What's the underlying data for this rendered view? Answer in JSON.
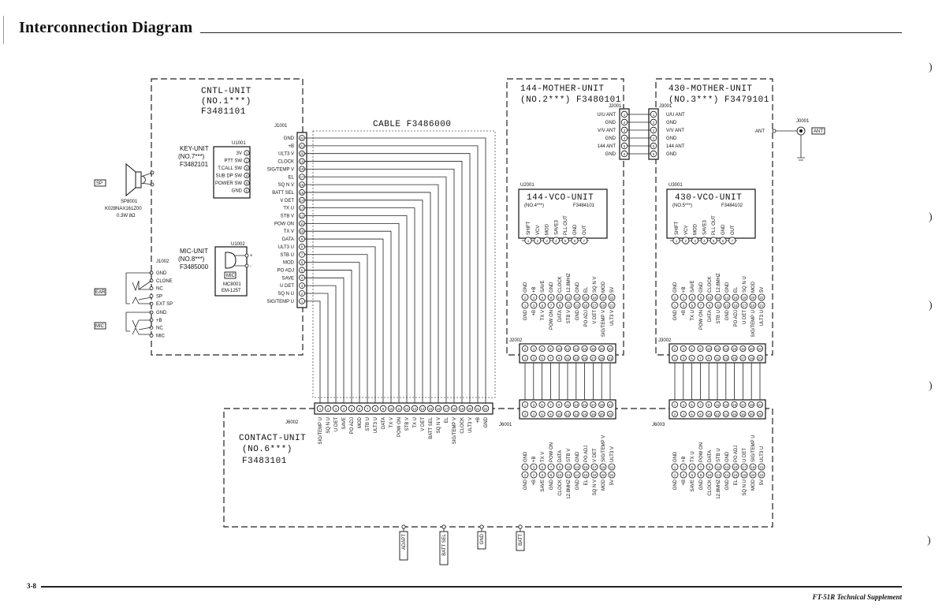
{
  "header": {
    "title": "Interconnection Diagram"
  },
  "footer": {
    "page": "3-8",
    "doc": "FT-51R Technical Supplement"
  },
  "margin_marks": [
    ")",
    ")",
    ")",
    ")",
    ")"
  ],
  "units": {
    "cntl": {
      "name": "CNTL-UNIT",
      "no": "(NO.1***)",
      "part": "F3481101"
    },
    "key": {
      "name": "KEY-UNIT",
      "no": "(NO.7***)",
      "part": "F3482101",
      "ref": "U1001"
    },
    "mic": {
      "name": "MIC-UNIT",
      "no": "(NO.8***)",
      "part": "F3485000",
      "ref": "U1002",
      "tag": "MIC",
      "model": "MC8001",
      "model2": "EM-125T"
    },
    "speaker": {
      "ref": "SP8001",
      "part": "K028NAX161Z00",
      "spec": "0.3W  8Ω",
      "tag": "SP"
    },
    "cable": {
      "name": "CABLE  F3486000"
    },
    "m144": {
      "name": "144-MOTHER-UNIT",
      "no": "(NO.2***) F3480101",
      "conn": "J2001"
    },
    "m430": {
      "name": "430-MOTHER-UNIT",
      "no": "(NO.3***) F3479101",
      "conn": "J3001"
    },
    "vco144": {
      "ref": "U2001",
      "name": "144-VCO-UNIT",
      "no": "(NO.4***)",
      "part": "F3484101"
    },
    "vco430": {
      "ref": "U3001",
      "name": "430-VCO-UNIT",
      "no": "(NO.5***)",
      "part": "F3484102"
    },
    "contact": {
      "name": "CONTACT-UNIT",
      "no": "(NO.6***)",
      "part": "F3483101"
    }
  },
  "key_pins": [
    {
      "n": "1",
      "label": "3V"
    },
    {
      "n": "2",
      "label": "PTT SW"
    },
    {
      "n": "3",
      "label": "T.CALL SW"
    },
    {
      "n": "4",
      "label": "SUB DP SW"
    },
    {
      "n": "5",
      "label": "POWER SW"
    },
    {
      "n": "6",
      "label": "GND"
    }
  ],
  "mic_pins": [
    "+",
    "-"
  ],
  "j1001": {
    "ref": "J1001",
    "pins": [
      {
        "n": "22",
        "label": "GND"
      },
      {
        "n": "21",
        "label": "+B"
      },
      {
        "n": "20",
        "label": "ULT3 V"
      },
      {
        "n": "19",
        "label": "CLOCK"
      },
      {
        "n": "18",
        "label": "SIG/TEMP V"
      },
      {
        "n": "17",
        "label": "EL"
      },
      {
        "n": "16",
        "label": "SQ N V"
      },
      {
        "n": "15",
        "label": "BATT SEL"
      },
      {
        "n": "14",
        "label": "V DET"
      },
      {
        "n": "13",
        "label": "TX U"
      },
      {
        "n": "12",
        "label": "STB V"
      },
      {
        "n": "11",
        "label": "POW ON"
      },
      {
        "n": "10",
        "label": "TX V"
      },
      {
        "n": "9",
        "label": "DATA"
      },
      {
        "n": "8",
        "label": "ULT3 U"
      },
      {
        "n": "7",
        "label": "STB U"
      },
      {
        "n": "6",
        "label": "MOD"
      },
      {
        "n": "5",
        "label": "PO ADJ"
      },
      {
        "n": "4",
        "label": "SAVE"
      },
      {
        "n": "3",
        "label": "U DET"
      },
      {
        "n": "2",
        "label": "SQ N U"
      },
      {
        "n": "1",
        "label": "SIG/TEMP U"
      }
    ]
  },
  "j1002": {
    "ref": "J1002",
    "ear_tag": "EAR",
    "mic_tag": "MIC",
    "pins": [
      "GND",
      "CLONE",
      "NC",
      "SP",
      "EXT SP",
      "GND",
      "+B",
      "NC",
      "MIC"
    ]
  },
  "j2001": {
    "pins": [
      {
        "n": "1",
        "label": "U/U ANT"
      },
      {
        "n": "2",
        "label": "GND"
      },
      {
        "n": "3",
        "label": "V/V ANT"
      },
      {
        "n": "4",
        "label": "GND"
      },
      {
        "n": "5",
        "label": "144 ANT"
      },
      {
        "n": "6",
        "label": "GND"
      }
    ]
  },
  "j3001": {
    "pins": [
      {
        "n": "1",
        "label": "U/U ANT"
      },
      {
        "n": "2",
        "label": "GND"
      },
      {
        "n": "3",
        "label": "V/V ANT"
      },
      {
        "n": "4",
        "label": "GND"
      },
      {
        "n": "5",
        "label": "144 ANT"
      },
      {
        "n": "6",
        "label": "GND"
      }
    ]
  },
  "antenna": {
    "label": "ANT",
    "ref": "J0001",
    "tag": "ANT"
  },
  "vco_pins": [
    {
      "n": "1",
      "label": "SHIFT"
    },
    {
      "n": "2",
      "label": "VCV"
    },
    {
      "n": "3",
      "label": "MOD"
    },
    {
      "n": "4",
      "label": "SAVE3"
    },
    {
      "n": "5",
      "label": "PLL OUT"
    },
    {
      "n": "6",
      "label": "GND"
    },
    {
      "n": "7",
      "label": "OUT"
    }
  ],
  "j2002": {
    "ref": "J2002",
    "even": [
      {
        "n": "2",
        "label": "GND"
      },
      {
        "n": "4",
        "label": "+B"
      },
      {
        "n": "6",
        "label": "SAVE"
      },
      {
        "n": "8",
        "label": "GND"
      },
      {
        "n": "10",
        "label": "CLOCK"
      },
      {
        "n": "12",
        "label": "12.8MHZ"
      },
      {
        "n": "14",
        "label": "GND"
      },
      {
        "n": "16",
        "label": "EL"
      },
      {
        "n": "18",
        "label": "SQ N V"
      },
      {
        "n": "20",
        "label": "MOD"
      },
      {
        "n": "22",
        "label": "5V"
      }
    ],
    "odd": [
      {
        "n": "1",
        "label": "GND"
      },
      {
        "n": "3",
        "label": "+B"
      },
      {
        "n": "5",
        "label": "TX V"
      },
      {
        "n": "7",
        "label": "POW ON"
      },
      {
        "n": "9",
        "label": "DATA"
      },
      {
        "n": "11",
        "label": "STB V"
      },
      {
        "n": "13",
        "label": "GND"
      },
      {
        "n": "15",
        "label": "PO ADJ"
      },
      {
        "n": "17",
        "label": "V DET"
      },
      {
        "n": "19",
        "label": "SIG/TEMP V"
      },
      {
        "n": "21",
        "label": "ULT3 V"
      }
    ]
  },
  "j3002": {
    "ref": "J3002",
    "even": [
      {
        "n": "2",
        "label": "GND"
      },
      {
        "n": "4",
        "label": "+B"
      },
      {
        "n": "6",
        "label": "SAVE"
      },
      {
        "n": "8",
        "label": "GND"
      },
      {
        "n": "10",
        "label": "CLOCK"
      },
      {
        "n": "12",
        "label": "12.8MHZ"
      },
      {
        "n": "14",
        "label": "GND"
      },
      {
        "n": "16",
        "label": "EL"
      },
      {
        "n": "18",
        "label": "SQ N U"
      },
      {
        "n": "20",
        "label": "MOD"
      },
      {
        "n": "22",
        "label": "5V"
      }
    ],
    "odd": [
      {
        "n": "1",
        "label": "GND"
      },
      {
        "n": "3",
        "label": "+B"
      },
      {
        "n": "5",
        "label": "TX U"
      },
      {
        "n": "7",
        "label": "POW ON"
      },
      {
        "n": "9",
        "label": "DATA"
      },
      {
        "n": "11",
        "label": "STB U"
      },
      {
        "n": "13",
        "label": "GND"
      },
      {
        "n": "15",
        "label": "PO ADJ"
      },
      {
        "n": "17",
        "label": "U DET"
      },
      {
        "n": "19",
        "label": "SIG/TEMP U"
      },
      {
        "n": "21",
        "label": "ULT3 U"
      }
    ]
  },
  "j6001": {
    "ref": "J6001",
    "odd": [
      {
        "n": "1",
        "label": "GND"
      },
      {
        "n": "3",
        "label": "+B"
      },
      {
        "n": "5",
        "label": "TX V"
      },
      {
        "n": "7",
        "label": "POW ON"
      },
      {
        "n": "9",
        "label": "DATA"
      },
      {
        "n": "11",
        "label": "STB V"
      },
      {
        "n": "13",
        "label": "GND"
      },
      {
        "n": "15",
        "label": "PO ADJ"
      },
      {
        "n": "17",
        "label": "V DET"
      },
      {
        "n": "19",
        "label": "SIG/TEMP V"
      },
      {
        "n": "21",
        "label": "ULT3 V"
      }
    ],
    "even": [
      {
        "n": "2",
        "label": "GND"
      },
      {
        "n": "4",
        "label": "+B"
      },
      {
        "n": "6",
        "label": "SAVE"
      },
      {
        "n": "8",
        "label": "GND"
      },
      {
        "n": "10",
        "label": "CLOCK"
      },
      {
        "n": "12",
        "label": "12.8MHZ"
      },
      {
        "n": "14",
        "label": "GND"
      },
      {
        "n": "16",
        "label": "EL"
      },
      {
        "n": "18",
        "label": "SQ N V"
      },
      {
        "n": "20",
        "label": "MOD"
      },
      {
        "n": "22",
        "label": "5V"
      }
    ]
  },
  "j6003": {
    "ref": "J6003",
    "odd": [
      {
        "n": "1",
        "label": "GND"
      },
      {
        "n": "3",
        "label": "+B"
      },
      {
        "n": "5",
        "label": "TX U"
      },
      {
        "n": "7",
        "label": "POW ON"
      },
      {
        "n": "9",
        "label": "DATA"
      },
      {
        "n": "11",
        "label": "STB U"
      },
      {
        "n": "13",
        "label": "GND"
      },
      {
        "n": "15",
        "label": "PO ADJ"
      },
      {
        "n": "17",
        "label": "U DET"
      },
      {
        "n": "19",
        "label": "SIG/TEMP U"
      },
      {
        "n": "21",
        "label": "ULT3 U"
      }
    ],
    "even": [
      {
        "n": "2",
        "label": "GND"
      },
      {
        "n": "4",
        "label": "+B"
      },
      {
        "n": "6",
        "label": "SAVE"
      },
      {
        "n": "8",
        "label": "GND"
      },
      {
        "n": "10",
        "label": "CLOCK"
      },
      {
        "n": "12",
        "label": "12.8MHZ"
      },
      {
        "n": "14",
        "label": "GND"
      },
      {
        "n": "16",
        "label": "EL"
      },
      {
        "n": "18",
        "label": "SQ N U"
      },
      {
        "n": "20",
        "label": "MOD"
      },
      {
        "n": "22",
        "label": "5V"
      }
    ]
  },
  "j6002": {
    "ref": "J6002",
    "pins": [
      {
        "n": "1",
        "label": "SIG/TEMP U"
      },
      {
        "n": "2",
        "label": "SQ N U"
      },
      {
        "n": "3",
        "label": "U DET"
      },
      {
        "n": "4",
        "label": "SAVE"
      },
      {
        "n": "5",
        "label": "PO ADJ"
      },
      {
        "n": "6",
        "label": "MOD"
      },
      {
        "n": "7",
        "label": "STB U"
      },
      {
        "n": "8",
        "label": "ULT3 U"
      },
      {
        "n": "9",
        "label": "DATA"
      },
      {
        "n": "10",
        "label": "TX V"
      },
      {
        "n": "11",
        "label": "POW ON"
      },
      {
        "n": "12",
        "label": "STB V"
      },
      {
        "n": "13",
        "label": "TX U"
      },
      {
        "n": "14",
        "label": "V DET"
      },
      {
        "n": "15",
        "label": "BATT SEL"
      },
      {
        "n": "16",
        "label": "SQ N V"
      },
      {
        "n": "17",
        "label": "EL"
      },
      {
        "n": "18",
        "label": "SIG/TEMP V"
      },
      {
        "n": "19",
        "label": "CLOCK"
      },
      {
        "n": "20",
        "label": "ULT3 V"
      },
      {
        "n": "21",
        "label": "+B"
      },
      {
        "n": "22",
        "label": "GND"
      }
    ]
  },
  "terminals": [
    "ADAPT",
    "BATT SEL",
    "GND",
    "BATT"
  ]
}
